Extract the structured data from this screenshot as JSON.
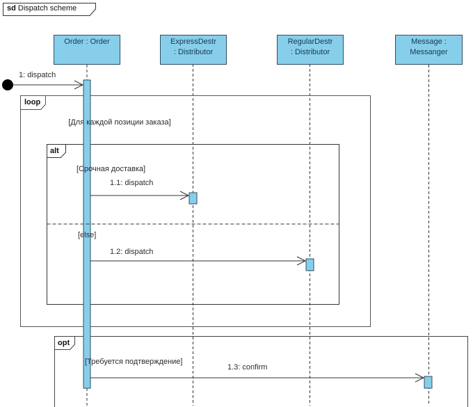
{
  "diagram": {
    "title": {
      "keyword": "sd",
      "name": "Dispatch scheme"
    },
    "lifelines": [
      {
        "id": "order",
        "name": "Order : Order"
      },
      {
        "id": "expressdestr",
        "name": "ExpressDestr\n: Distributor"
      },
      {
        "id": "regulardestr",
        "name": "RegularDestr\n: Distributor"
      },
      {
        "id": "message",
        "name": "Message :\nMessanger"
      }
    ],
    "fragments": [
      {
        "operator": "loop",
        "guard": "[Для каждой позиции заказа]"
      },
      {
        "operator": "alt",
        "guard": "[Срочная доставка]",
        "else_guard": "[else]"
      },
      {
        "operator": "opt",
        "guard": "[Требуется подтверждение]"
      }
    ],
    "messages": [
      {
        "label": "1: dispatch",
        "from": "found",
        "to": "order"
      },
      {
        "label": "1.1: dispatch",
        "from": "order",
        "to": "expressdestr"
      },
      {
        "label": "1.2: dispatch",
        "from": "order",
        "to": "regulardestr"
      },
      {
        "label": "1.3: confirm",
        "from": "order",
        "to": "message"
      }
    ],
    "colors": {
      "lifeline_fill": "#87CEEB",
      "lifeline_border": "#2E4F63",
      "frame_border": "#555555",
      "line_color": "#333333"
    }
  }
}
